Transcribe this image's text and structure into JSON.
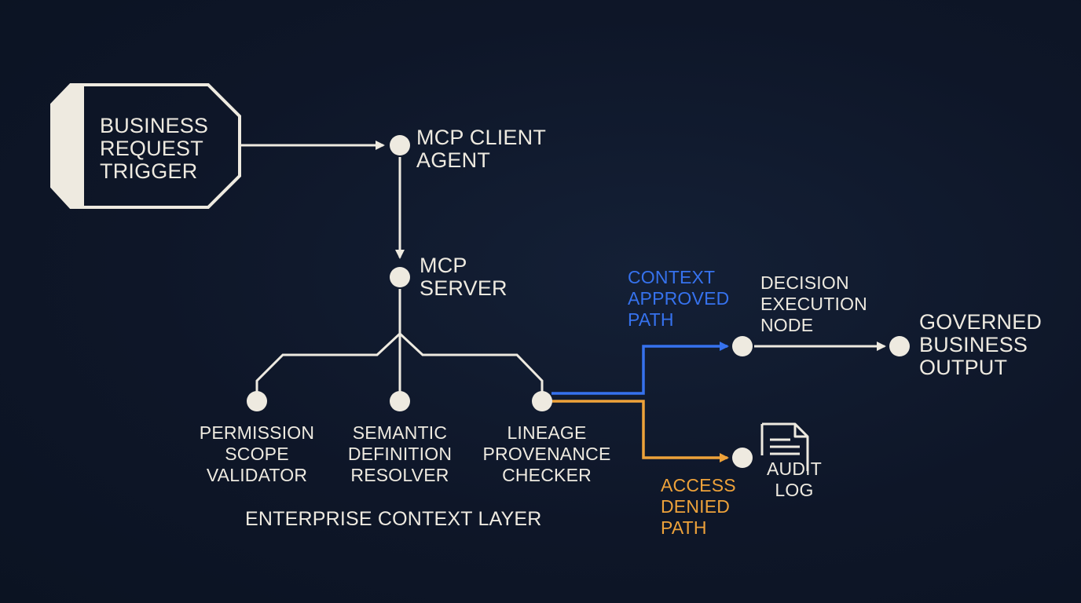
{
  "colors": {
    "background": "#0e1628",
    "ink": "#eeeae0",
    "approved": "#3672ee",
    "denied": "#eea23a"
  },
  "nodes": {
    "trigger": {
      "label": "BUSINESS\nREQUEST\nTRIGGER"
    },
    "client": {
      "label": "MCP CLIENT\nAGENT"
    },
    "server": {
      "label": "MCP\nSERVER"
    },
    "permission": {
      "label": "PERMISSION\nSCOPE\nVALIDATOR"
    },
    "semantic": {
      "label": "SEMANTIC\nDEFINITION\nRESOLVER"
    },
    "lineage": {
      "label": "LINEAGE\nPROVENANCE\nCHECKER"
    },
    "decision": {
      "label": "DECISION\nEXECUTION\nNODE"
    },
    "output": {
      "label": "GOVERNED\nBUSINESS\nOUTPUT"
    },
    "audit": {
      "label": "AUDIT\nLOG",
      "icon": "document-icon"
    }
  },
  "paths": {
    "approved": {
      "label": "CONTEXT\nAPPROVED\nPATH"
    },
    "denied": {
      "label": "ACCESS\nDENIED\nPATH"
    }
  },
  "layer_label": "ENTERPRISE CONTEXT LAYER"
}
